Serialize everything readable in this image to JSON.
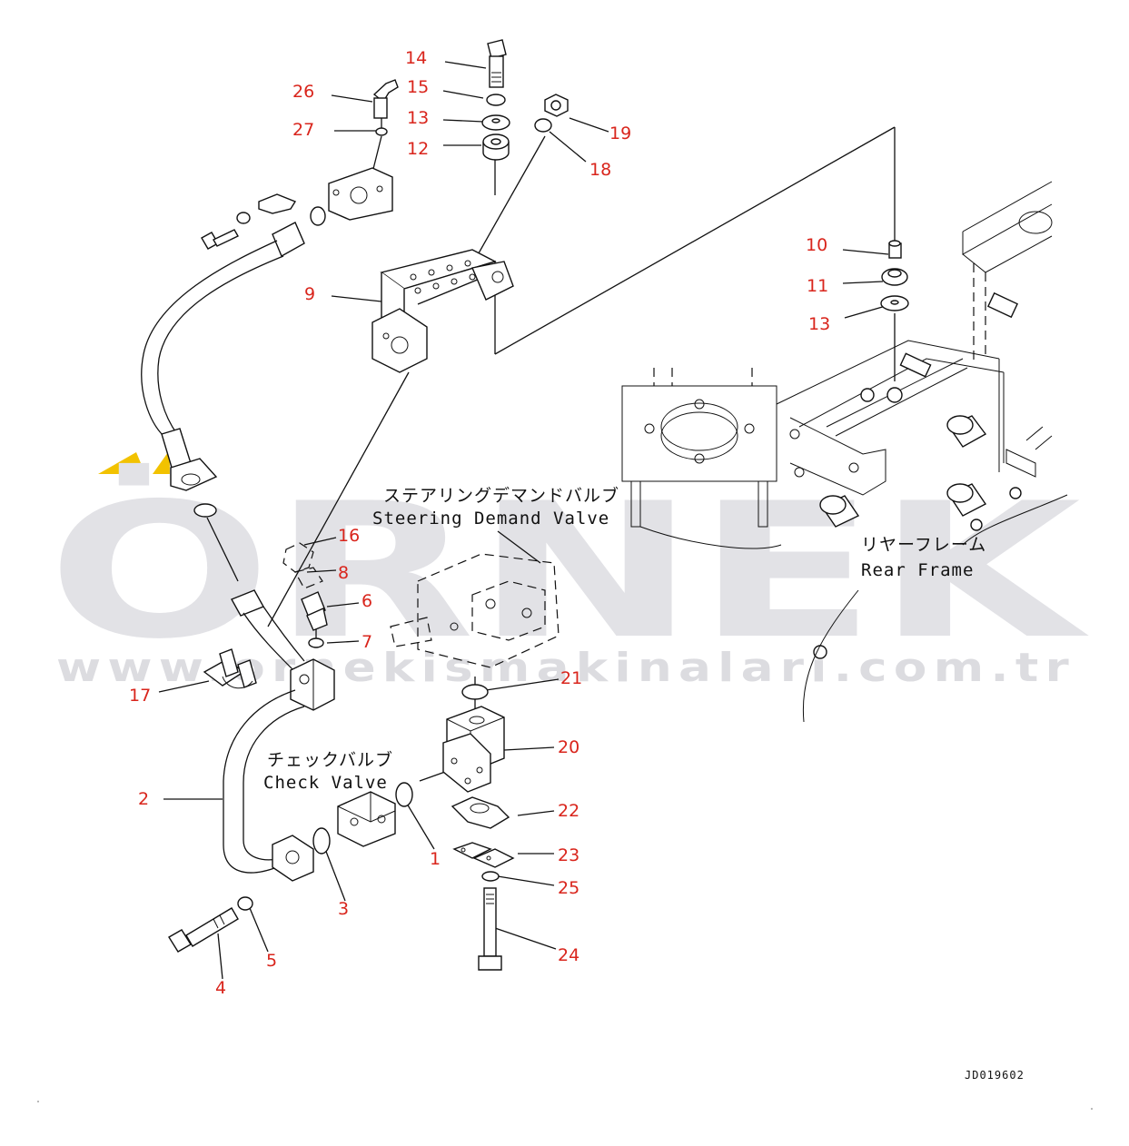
{
  "watermark": {
    "brand": "ÖRNEK",
    "url": "www.ornekismakinalari.com.tr",
    "accent_color": "#f2c200"
  },
  "labels": {
    "steering_jp": "ステアリングデマンドバルブ",
    "steering_en": "Steering Demand Valve",
    "rear_jp": "リヤーフレーム",
    "rear_en": "Rear Frame",
    "check_jp": "チェックバルブ",
    "check_en": "Check Valve"
  },
  "drawing_id": "JD019602",
  "callouts": [
    {
      "id": "c14",
      "number": "14"
    },
    {
      "id": "c15",
      "number": "15"
    },
    {
      "id": "c13a",
      "number": "13"
    },
    {
      "id": "c12",
      "number": "12"
    },
    {
      "id": "c26",
      "number": "26"
    },
    {
      "id": "c27",
      "number": "27"
    },
    {
      "id": "c19",
      "number": "19"
    },
    {
      "id": "c18",
      "number": "18"
    },
    {
      "id": "c10",
      "number": "10"
    },
    {
      "id": "c11",
      "number": "11"
    },
    {
      "id": "c13b",
      "number": "13"
    },
    {
      "id": "c9",
      "number": "9"
    },
    {
      "id": "c16",
      "number": "16"
    },
    {
      "id": "c8",
      "number": "8"
    },
    {
      "id": "c6",
      "number": "6"
    },
    {
      "id": "c7",
      "number": "7"
    },
    {
      "id": "c21",
      "number": "21"
    },
    {
      "id": "c17",
      "number": "17"
    },
    {
      "id": "c20",
      "number": "20"
    },
    {
      "id": "c2",
      "number": "2"
    },
    {
      "id": "c22",
      "number": "22"
    },
    {
      "id": "c23",
      "number": "23"
    },
    {
      "id": "c1",
      "number": "1"
    },
    {
      "id": "c3",
      "number": "3"
    },
    {
      "id": "c25",
      "number": "25"
    },
    {
      "id": "c24",
      "number": "24"
    },
    {
      "id": "c5",
      "number": "5"
    },
    {
      "id": "c4",
      "number": "4"
    }
  ]
}
